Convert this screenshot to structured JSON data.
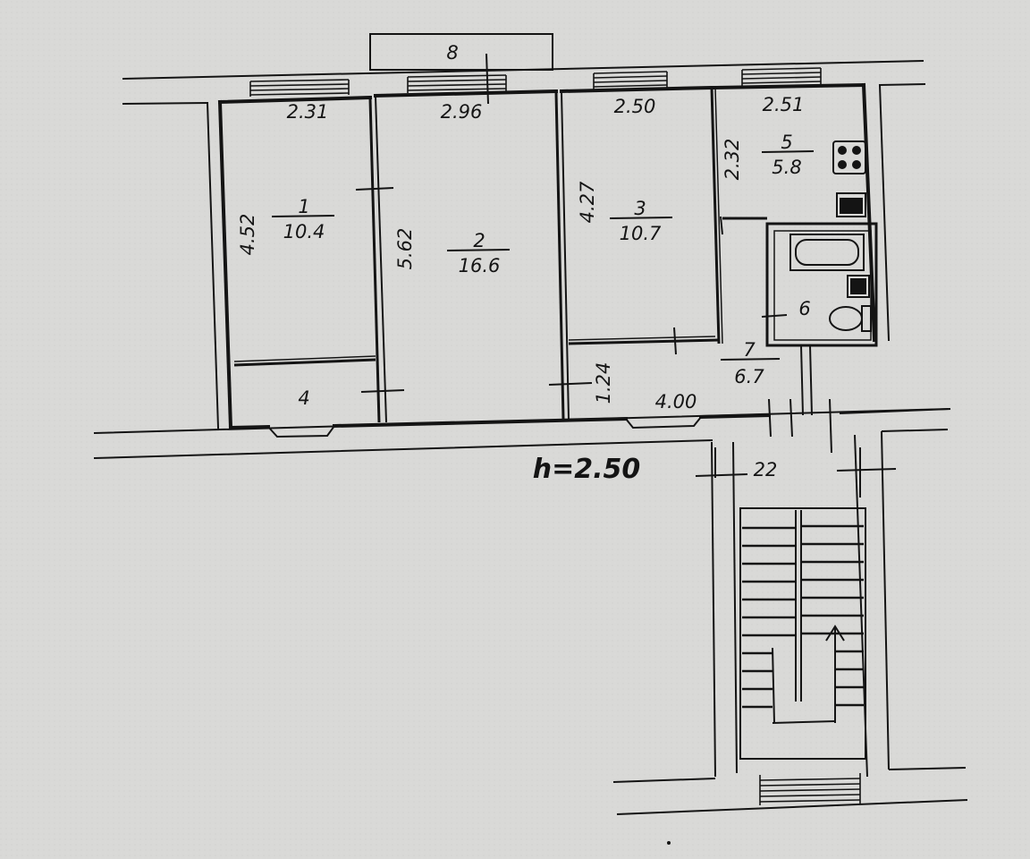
{
  "plan": {
    "ceiling_height": "h=2.50",
    "balcony": {
      "number": "8"
    },
    "stair_landing": {
      "number": "22"
    },
    "rooms": [
      {
        "number": "1",
        "area": "10.4"
      },
      {
        "number": "2",
        "area": "16.6"
      },
      {
        "number": "3",
        "area": "10.7"
      },
      {
        "number": "4"
      },
      {
        "number": "5",
        "area": "5.8"
      },
      {
        "number": "6"
      },
      {
        "number": "7",
        "area": "6.7"
      }
    ],
    "dimensions": {
      "room1_width": "2.31",
      "room2_width": "2.96",
      "room3_width": "2.50",
      "room5_width": "2.51",
      "room1_depth": "4.52",
      "room2_depth": "5.62",
      "room3_depth": "4.27",
      "room5_depth": "2.32",
      "hall_depth": "1.24",
      "hall_width": "4.00"
    }
  }
}
